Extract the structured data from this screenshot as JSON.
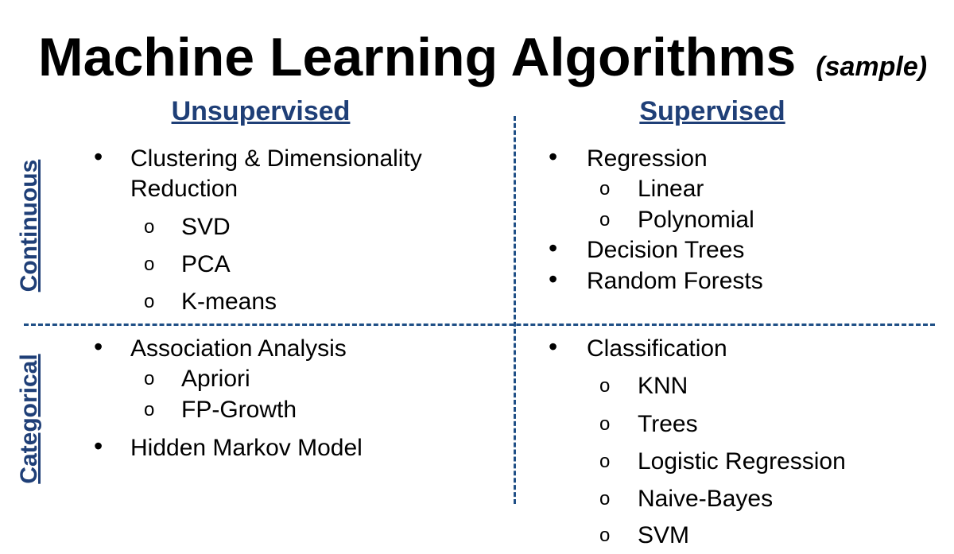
{
  "title": "Machine Learning Algorithms",
  "subtitle": "(sample)",
  "columns": {
    "left": "Unsupervised",
    "right": "Supervised"
  },
  "rows": {
    "top": "Continuous",
    "bottom": "Categorical"
  },
  "quadrants": {
    "unsup_cont": {
      "item1_line1": "Clustering & Dimensionality",
      "item1_line2": "Reduction",
      "subs": [
        "SVD",
        "PCA",
        "K-means"
      ]
    },
    "sup_cont": {
      "item1": "Regression",
      "subs": [
        "Linear",
        "Polynomial"
      ],
      "item2": "Decision Trees",
      "item3": "Random Forests"
    },
    "unsup_cat": {
      "item1": "Association Analysis",
      "subs": [
        "Apriori",
        "FP-Growth"
      ],
      "item2": "Hidden Markov Model"
    },
    "sup_cat": {
      "item1": "Classification",
      "subs": [
        "KNN",
        "Trees",
        "Logistic Regression",
        "Naive-Bayes",
        "SVM"
      ]
    }
  },
  "symbols": {
    "bullet": "•",
    "sub_bullet": "o"
  },
  "colors": {
    "heading": "#1f3f77",
    "divider": "#1f4f86",
    "text": "#000000"
  }
}
